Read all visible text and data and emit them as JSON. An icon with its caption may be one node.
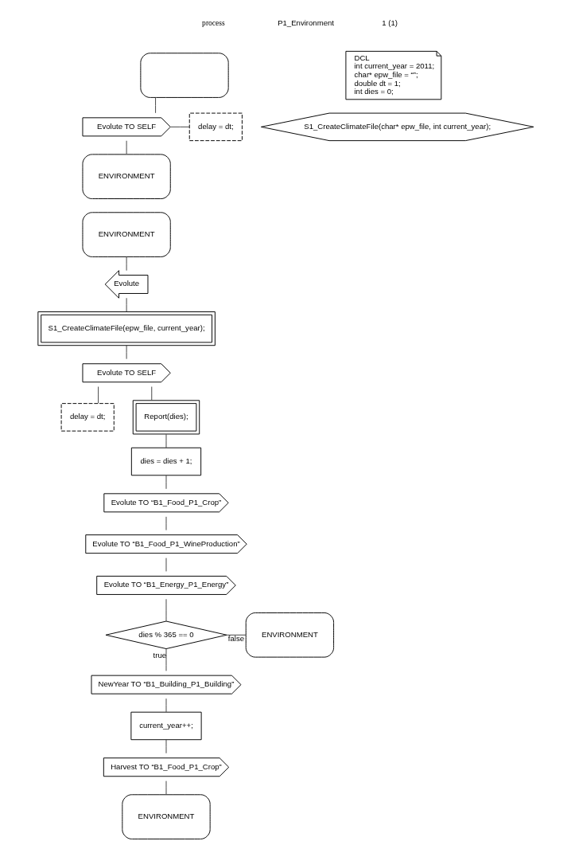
{
  "diagram": {
    "nodes": [
      {
        "text": [],
        "shape": "oval"
      },
      {
        "text": [
          "Evolute TO SELF"
        ]
      },
      {
        "text": [
          "delay = dt;"
        ]
      },
      {
        "text": [
          "ENVIRONMENT"
        ]
      },
      {
        "text": [
          "DCL int current_year = 2011; char* epw_file = “”; double dt = 1; int dies = 0;"
        ]
      },
      {
        "text": [
          "S1_CreateClimateFile(char* epw_file, int current_year);"
        ]
      },
      {
        "text": [
          "ENVIRONMENT"
        ]
      },
      {
        "text": [
          "Evolute"
        ]
      },
      {
        "text": [
          "S1_CreateClimateFile(epw_file, current_year);"
        ]
      },
      {
        "text": [
          "Evolute TO SELF"
        ]
      },
      {
        "text": [
          "delay = dt;"
        ]
      },
      {
        "text": [
          "Report(dies);"
        ]
      },
      {
        "text": [
          "dies = dies + 1;"
        ]
      },
      {
        "text": [
          "Evolute TO “B1_Food_P1_Crop”"
        ]
      },
      {
        "text": [
          "Evolute TO “B1_Food_P1_WineProduction”"
        ]
      },
      {
        "text": [
          "Evolute TO “B1_Energy_P1_Energy”"
        ]
      },
      {
        "text": [
          "dies % 365 == 0"
        ]
      },
      {
        "text": [
          "ENVIRONMENT"
        ]
      },
      {
        "text": [
          "NewYear TO “B1_Building_P1_Building”"
        ]
      },
      {
        "text": [
          "current_year++;"
        ]
      },
      {
        "text": [
          "Harvest TO “B1_Food_P1_Crop”"
        ]
      },
      {
        "text": [
          "ENVIRONMENT"
        ]
      }
    ],
    "edges": [
      {
        "from": 0,
        "to": 1,
        "arrow": "none"
      },
      {
        "from": 1,
        "to": 2,
        "arrow": "none"
      },
      {
        "from": 1,
        "to": 3,
        "arrow": "none"
      },
      {
        "from": 6,
        "to": 7,
        "arrow": "none"
      },
      {
        "from": 7,
        "to": 8,
        "arrow": "none"
      },
      {
        "from": 8,
        "to": 9,
        "arrow": "none"
      },
      {
        "from": 9,
        "to": 10,
        "arrow": "none"
      },
      {
        "from": 9,
        "to": 11,
        "arrow": "none"
      },
      {
        "from": 11,
        "to": 12,
        "arrow": "none"
      },
      {
        "from": 12,
        "to": 13,
        "arrow": "none"
      },
      {
        "from": 13,
        "to": 14,
        "arrow": "none"
      },
      {
        "from": 14,
        "to": 15,
        "arrow": "none"
      },
      {
        "from": 15,
        "to": 16,
        "arrow": "none"
      },
      {
        "from": 16,
        "to": 18,
        "arrow": "none",
        "label": "true"
      },
      {
        "from": 16,
        "to": 17,
        "arrow": "none",
        "label": "false"
      },
      {
        "from": 18,
        "to": 19,
        "arrow": "none"
      },
      {
        "from": 19,
        "to": 20,
        "arrow": "none"
      },
      {
        "from": 20,
        "to": 21,
        "arrow": "none"
      }
    ],
    "labels": [
      "process",
      "P1_Environment",
      "1 (1)"
    ]
  }
}
